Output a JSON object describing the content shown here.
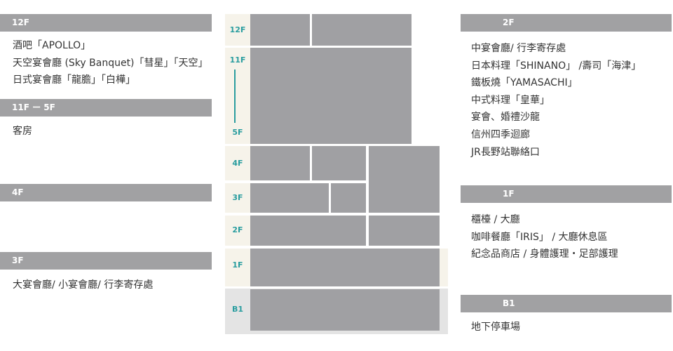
{
  "left_sections": [
    {
      "floor": "12F",
      "items": [
        "酒吧「APOLLO」",
        "天空宴會廳 (Sky Banquet)「彗星」「天空」",
        "日式宴會廳「龍膽」「白樺」"
      ]
    },
    {
      "floor": "11F ー 5F",
      "items": [
        "客房"
      ]
    },
    {
      "floor": "4F",
      "items": []
    },
    {
      "floor": "3F",
      "items": [
        "大宴會廳/ 小宴會廳/ 行李寄存處"
      ]
    }
  ],
  "right_sections": [
    {
      "floor": "2F",
      "items": [
        "中宴會廳/ 行李寄存處",
        "日本料理「SHINANO」 /壽司「海津」",
        "鐵板燒「YAMASACHI」",
        "中式料理「皇華」",
        "宴會、婚禮沙龍",
        "信州四季迴廊",
        "JR長野站聯絡口"
      ]
    },
    {
      "floor": "1F",
      "items": [
        "櫃檯 / 大廳",
        "咖啡餐廳「IRIS」 / 大廳休息區",
        "紀念品商店 / 身體護理・足部護理"
      ]
    },
    {
      "floor": "B1",
      "items": [
        "地下停車場"
      ]
    }
  ],
  "building": {
    "labels": {
      "f12": "12F",
      "f11": "11F",
      "f5": "5F",
      "f4": "4F",
      "f3": "3F",
      "f2": "2F",
      "f1": "1F",
      "b1": "B1"
    }
  },
  "colors": {
    "accent": "#2a9d9f",
    "bar": "#a1a1a3",
    "block": "#a0a0a3",
    "band": "#f6f3ea",
    "basement": "#e4e4e4"
  }
}
